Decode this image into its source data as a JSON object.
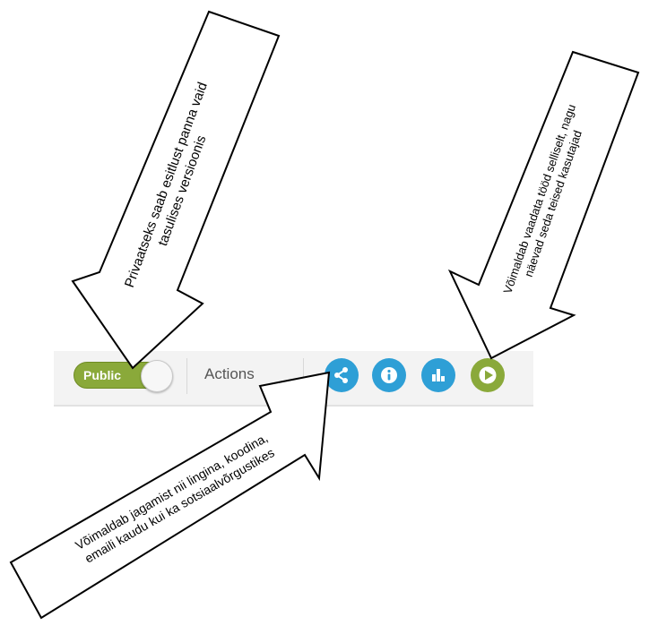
{
  "toolbar": {
    "visibility_toggle_label": "Public",
    "actions_label": "Actions",
    "buttons": [
      {
        "name": "share",
        "icon": "share-icon",
        "color": "#2e9fd6"
      },
      {
        "name": "info",
        "icon": "info-icon",
        "color": "#2e9fd6"
      },
      {
        "name": "statistics",
        "icon": "bar-chart-icon",
        "color": "#2e9fd6"
      },
      {
        "name": "play",
        "icon": "play-icon",
        "color": "#8aa93a"
      }
    ]
  },
  "annotations": {
    "privacy_line1": "Privaatseks saab esitlust panna vaid",
    "privacy_line2": "tasulises versioonis",
    "share_line1": "Võimaldab jagamist nii lingina, koodina,",
    "share_line2": "emaili kaudu kui ka sotsiaalvõrgustikes",
    "preview_line1": "Võimaldab vaadata tööd selliselt, nagu",
    "preview_line2": "näevad seda teised kasutajad"
  },
  "colors": {
    "toggle_green": "#8aa93a",
    "button_blue": "#2e9fd6",
    "play_green": "#8aa93a",
    "toolbar_bg": "#f3f3f3"
  }
}
